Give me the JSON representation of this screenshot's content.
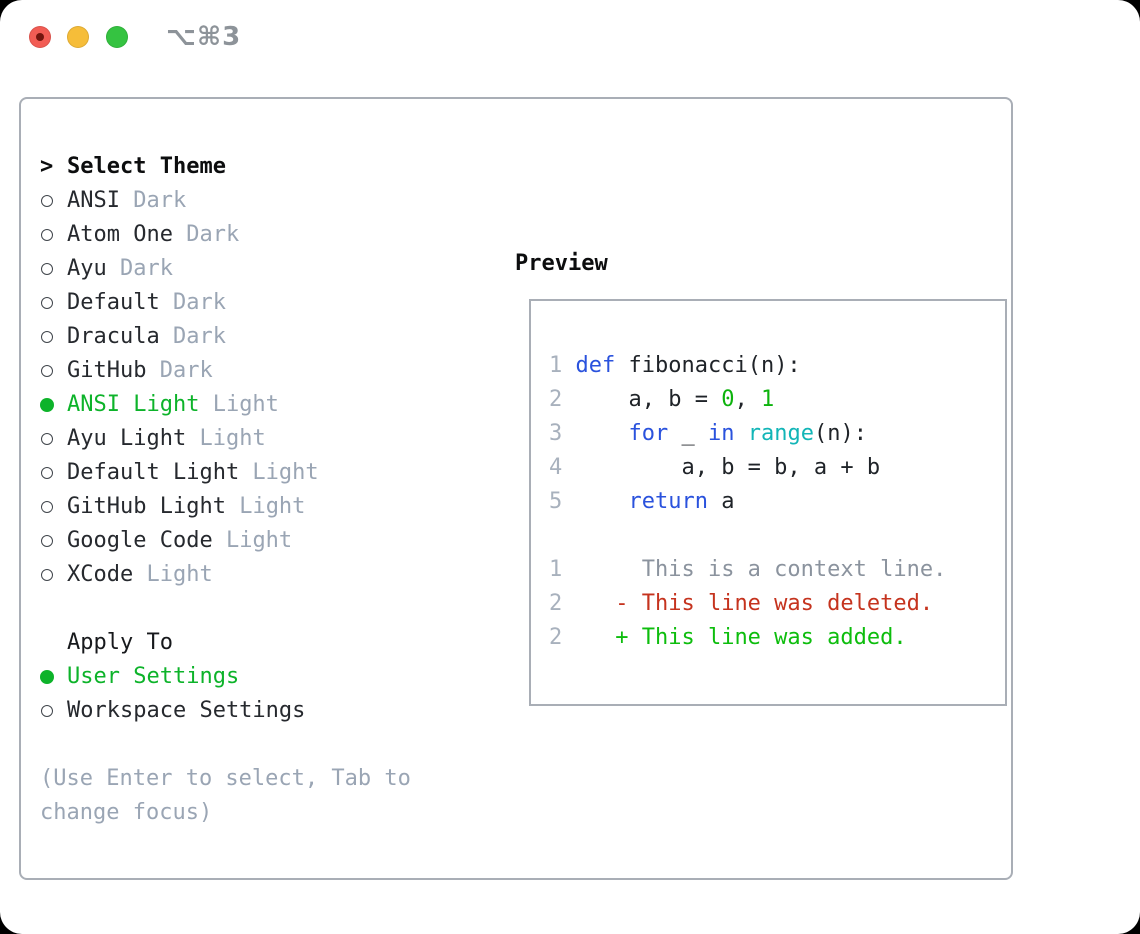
{
  "window": {
    "shortcut": "⌥⌘3",
    "traffic_lights": [
      "close",
      "minimize",
      "zoom"
    ]
  },
  "colors": {
    "ui_green": "#0db32a",
    "code_keyword": "#2a52dd",
    "code_number": "#0db30d",
    "code_builtin": "#12b5b7",
    "diff_deleted": "#c5331e",
    "diff_added": "#0dbd0d",
    "muted_gray": "#9aa5b4",
    "border_gray": "#a9aeb6",
    "traffic_red": "#f25c54",
    "traffic_yellow": "#f6bd39",
    "traffic_green": "#35c341"
  },
  "theme_picker": {
    "prompt": ">",
    "title": "Select Theme",
    "items": [
      {
        "name": "ANSI",
        "variant": "Dark",
        "selected": false
      },
      {
        "name": "Atom One",
        "variant": "Dark",
        "selected": false
      },
      {
        "name": "Ayu",
        "variant": "Dark",
        "selected": false
      },
      {
        "name": "Default",
        "variant": "Dark",
        "selected": false
      },
      {
        "name": "Dracula",
        "variant": "Dark",
        "selected": false
      },
      {
        "name": "GitHub",
        "variant": "Dark",
        "selected": false
      },
      {
        "name": "ANSI Light",
        "variant": "Light",
        "selected": true
      },
      {
        "name": "Ayu Light",
        "variant": "Light",
        "selected": false
      },
      {
        "name": "Default Light",
        "variant": "Light",
        "selected": false
      },
      {
        "name": "GitHub Light",
        "variant": "Light",
        "selected": false
      },
      {
        "name": "Google Code",
        "variant": "Light",
        "selected": false
      },
      {
        "name": "XCode",
        "variant": "Light",
        "selected": false
      }
    ],
    "apply_to": {
      "title": "Apply To",
      "options": [
        {
          "label": "User Settings",
          "selected": true
        },
        {
          "label": "Workspace Settings",
          "selected": false
        }
      ]
    },
    "hint_lines": [
      "(Use Enter to select, Tab to",
      "change focus)"
    ]
  },
  "preview": {
    "title": "Preview",
    "code_lines": [
      {
        "num": "1",
        "segments": [
          {
            "t": "def",
            "c": "kw"
          },
          {
            "t": " fibonacci(n):",
            "c": "plain"
          }
        ]
      },
      {
        "num": "2",
        "segments": [
          {
            "t": "    a, b = ",
            "c": "plain"
          },
          {
            "t": "0",
            "c": "num"
          },
          {
            "t": ", ",
            "c": "plain"
          },
          {
            "t": "1",
            "c": "num"
          }
        ]
      },
      {
        "num": "3",
        "segments": [
          {
            "t": "    ",
            "c": "plain"
          },
          {
            "t": "for",
            "c": "kw"
          },
          {
            "t": " _ ",
            "c": "plain"
          },
          {
            "t": "in",
            "c": "kw"
          },
          {
            "t": " ",
            "c": "plain"
          },
          {
            "t": "range",
            "c": "builtin"
          },
          {
            "t": "(n):",
            "c": "plain"
          }
        ]
      },
      {
        "num": "4",
        "segments": [
          {
            "t": "        a, b = b, a + b",
            "c": "plain"
          }
        ]
      },
      {
        "num": "5",
        "segments": [
          {
            "t": "    ",
            "c": "plain"
          },
          {
            "t": "return",
            "c": "kw"
          },
          {
            "t": " a",
            "c": "plain"
          }
        ]
      }
    ],
    "diff_lines": [
      {
        "num": "1",
        "type": "ctx",
        "text": "     This is a context line."
      },
      {
        "num": "2",
        "type": "del",
        "text": "   - This line was deleted."
      },
      {
        "num": "2",
        "type": "add",
        "text": "   + This line was added."
      }
    ]
  }
}
